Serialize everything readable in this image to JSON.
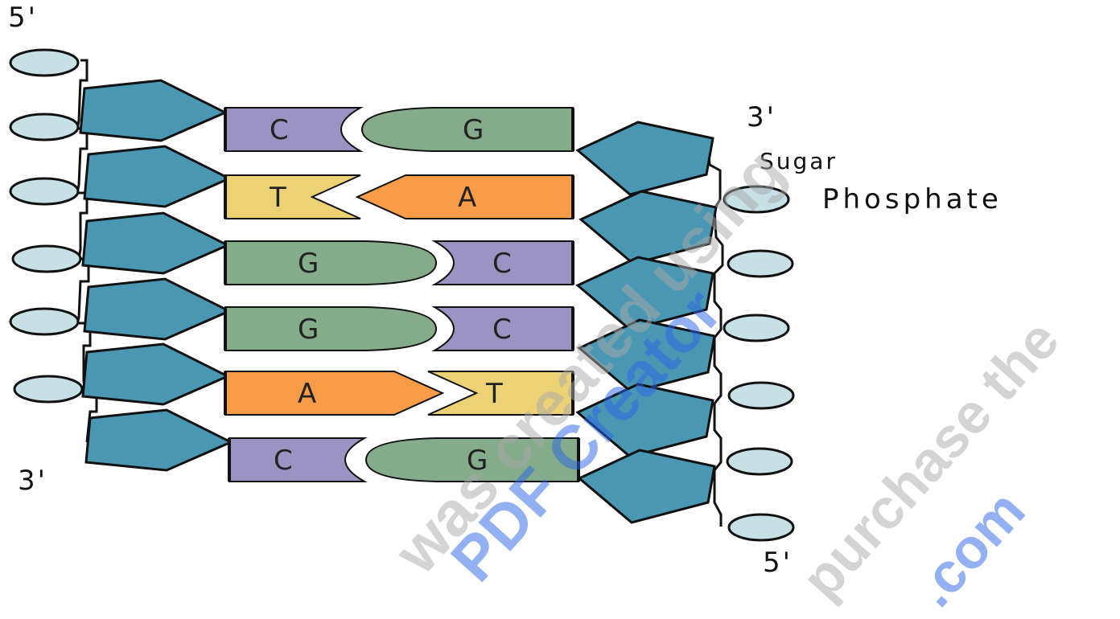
{
  "labels": {
    "top_left": "5'",
    "top_right": "3'",
    "bottom_left": "3'",
    "bottom_right": "5'",
    "sugar": "Sugar",
    "phosphate": "Phosphate"
  },
  "base_pairs": [
    {
      "left": "C",
      "right": "G"
    },
    {
      "left": "T",
      "right": "A"
    },
    {
      "left": "G",
      "right": "C"
    },
    {
      "left": "G",
      "right": "C"
    },
    {
      "left": "A",
      "right": "T"
    },
    {
      "left": "C",
      "right": "G"
    }
  ],
  "colors": {
    "C": "#9b93c1",
    "G": "#84ab8a",
    "A": "#f89c48",
    "T": "#ecd275",
    "sugar": "#4a97b3",
    "phosphate": "#c6e0e6",
    "outline": "#111111"
  },
  "watermarks": [
    {
      "text": "was created using",
      "color": "#aaaaaa"
    },
    {
      "text": "PDF Creator",
      "color": "#2a66e6"
    },
    {
      "text": "purchase the",
      "color": "#aaaaaa"
    },
    {
      "text": ".com",
      "color": "#2a66e6"
    }
  ]
}
